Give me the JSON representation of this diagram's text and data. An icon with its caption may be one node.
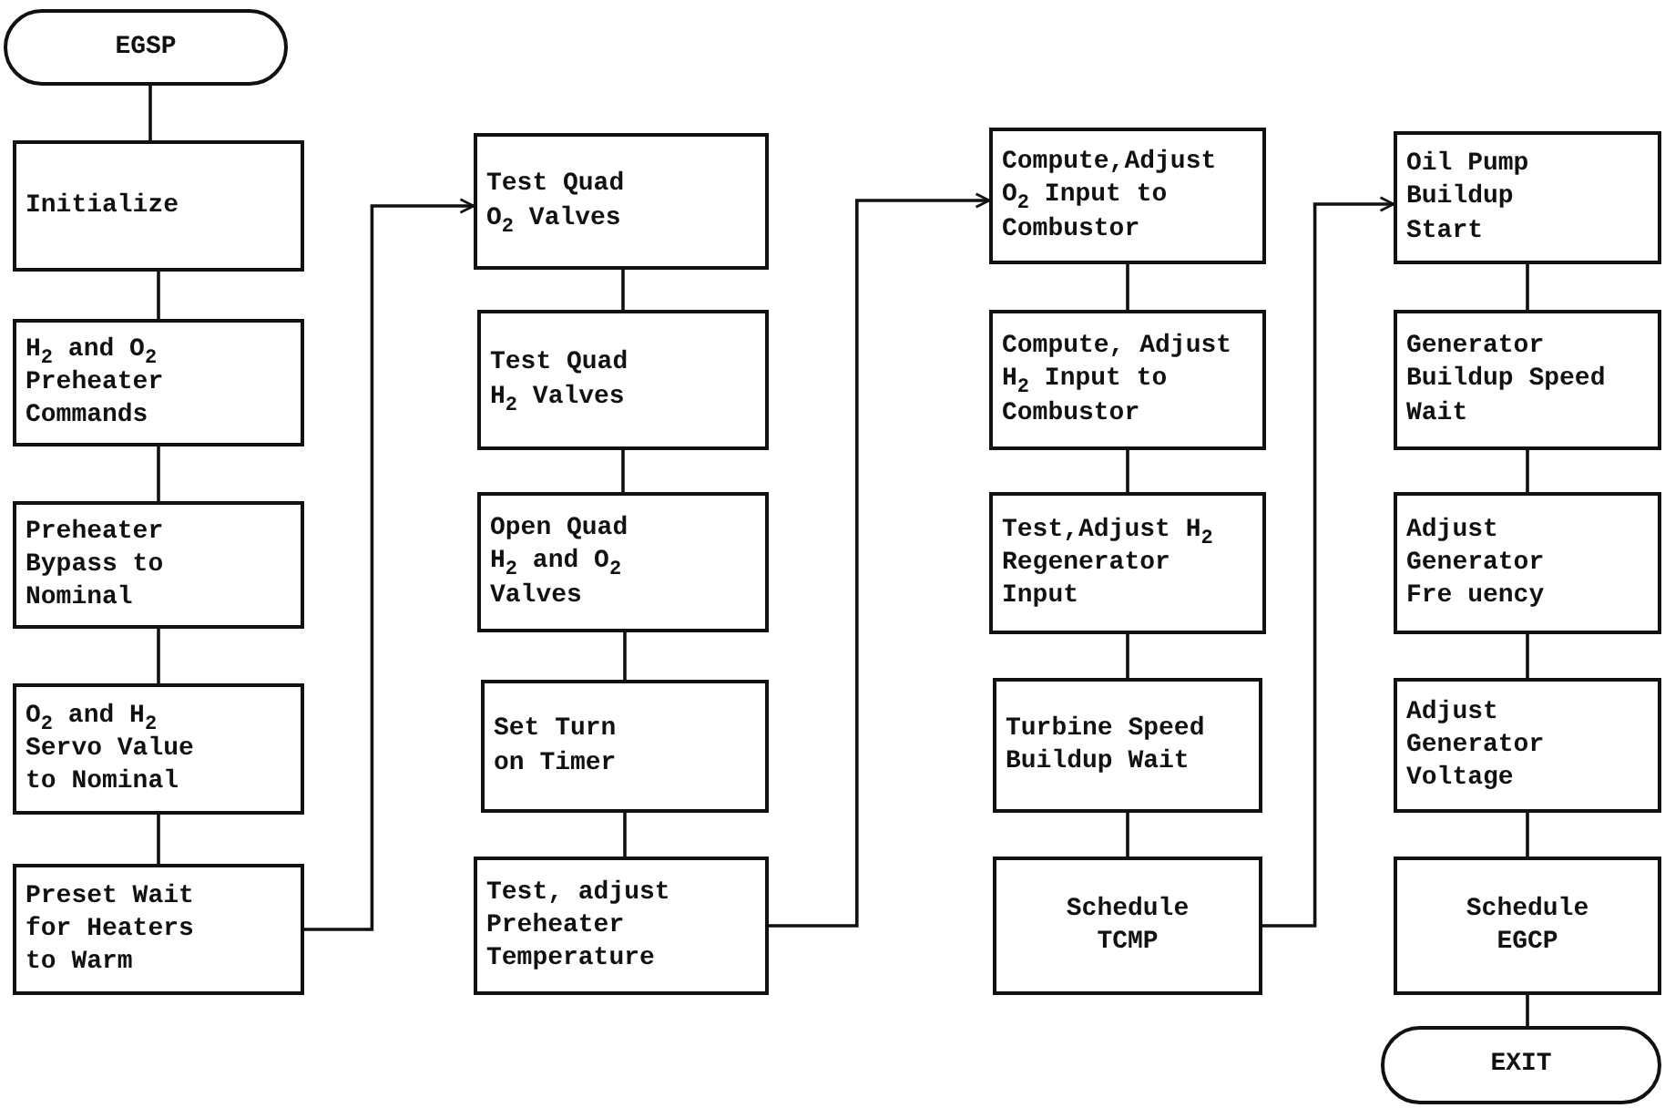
{
  "diagram": {
    "nodes": [
      {
        "text": [
          "EGSP"
        ]
      },
      {
        "text": [
          "Initialize"
        ]
      },
      {
        "text": [
          "H$_{2}$ and O$_{2}$ Preheater Commands"
        ]
      },
      {
        "text": [
          "Preheater Bypass to Nominal"
        ]
      },
      {
        "text": [
          "O$_{2}$ and H$_{2}$ Servo Value to Nominal"
        ]
      },
      {
        "text": [
          "Preset Wait for Heaters to Warm"
        ]
      },
      {
        "text": [
          "Test Quad O$_{2}$ Valves"
        ]
      },
      {
        "text": [
          "Test Quad H$_{2}$ Valves"
        ]
      },
      {
        "text": [
          "Open Quad H$_{2}$ and O$_{2}$ Valves"
        ]
      },
      {
        "text": [
          "Set Turn on Timer"
        ]
      },
      {
        "text": [
          "Test, adjust Preheater Temperature"
        ]
      },
      {
        "text": [
          "Compute,Adjust O$_{2}$ Input to Combustor"
        ]
      },
      {
        "text": [
          "Compute, Adjust H$_{2}$ Input to Combustor"
        ]
      },
      {
        "text": [
          "Test,Adjust H$_{2}$ Regenerator Input"
        ]
      },
      {
        "text": [
          "Turbine Speed Buildup Wait"
        ]
      },
      {
        "text": [
          "Schedule TCMP"
        ]
      },
      {
        "text": [
          "Oil Pump Buildup Start"
        ]
      },
      {
        "text": [
          "Generator Buildup Speed Wait"
        ]
      },
      {
        "text": [
          "Adjust Generator Fre uency"
        ]
      },
      {
        "text": [
          "Adjust Generator Voltage"
        ]
      },
      {
        "text": [
          "Schedule EGCP"
        ]
      },
      {
        "text": [
          "EXIT"
        ]
      }
    ],
    "edges": [
      {
        "from": 0,
        "to": 1,
        "arrow": "none"
      },
      {
        "from": 1,
        "to": 2,
        "arrow": "none"
      },
      {
        "from": 2,
        "to": 3,
        "arrow": "none"
      },
      {
        "from": 3,
        "to": 4,
        "arrow": "none"
      },
      {
        "from": 4,
        "to": 5,
        "arrow": "none"
      },
      {
        "from": 5,
        "to": 6,
        "arrow": "to"
      },
      {
        "from": 6,
        "to": 7,
        "arrow": "none"
      },
      {
        "from": 7,
        "to": 8,
        "arrow": "none"
      },
      {
        "from": 8,
        "to": 9,
        "arrow": "none"
      },
      {
        "from": 9,
        "to": 10,
        "arrow": "none"
      },
      {
        "from": 10,
        "to": 11,
        "arrow": "to"
      },
      {
        "from": 11,
        "to": 12,
        "arrow": "none"
      },
      {
        "from": 12,
        "to": 13,
        "arrow": "none"
      },
      {
        "from": 13,
        "to": 14,
        "arrow": "none"
      },
      {
        "from": 14,
        "to": 15,
        "arrow": "none"
      },
      {
        "from": 15,
        "to": 16,
        "arrow": "to"
      },
      {
        "from": 16,
        "to": 17,
        "arrow": "none"
      },
      {
        "from": 17,
        "to": 18,
        "arrow": "none"
      },
      {
        "from": 18,
        "to": 19,
        "arrow": "none"
      },
      {
        "from": 19,
        "to": 20,
        "arrow": "none"
      },
      {
        "from": 20,
        "to": 21,
        "arrow": "none"
      }
    ]
  }
}
